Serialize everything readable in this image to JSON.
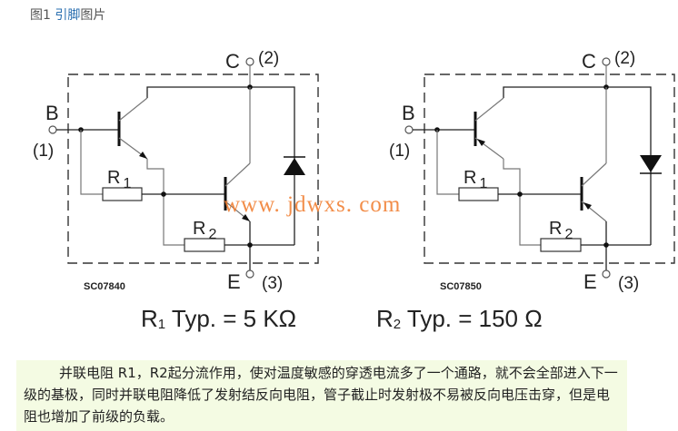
{
  "caption": {
    "prefix": "图1 ",
    "link": "引脚",
    "suffix": "图片"
  },
  "circuits": [
    {
      "code": "SC07840",
      "type": "NPN",
      "diode": "up"
    },
    {
      "code": "SC07850",
      "type": "PNP",
      "diode": "down"
    }
  ],
  "labels": {
    "c": "C",
    "c_pin": "(2)",
    "b": "B",
    "b_pin": "(1)",
    "e": "E",
    "e_pin": "(3)",
    "r": "R",
    "r1_sub": "1",
    "r2_sub": "2"
  },
  "watermark": "www. jdwxs. com",
  "formulas": {
    "r1": {
      "r": "R",
      "sub": "1",
      "rest": " Typ. = 5 KΩ"
    },
    "r2": {
      "r": "R",
      "sub": "2",
      "rest": " Typ. = 150 Ω"
    }
  },
  "paragraph": "并联电阻 R1，R2起分流作用，使对温度敏感的穿透电流多了一个通路，就不会全部进入下一级的基极，同时并联电阻降低了发射结反向电阻，管子截止时发射极不易被反向电压击穿，但是电阻也增加了前级的负载。",
  "colors": {
    "watermark": "#f07a2a",
    "paragraph_bg": "#f4fbe3",
    "link": "#2a6fb0"
  }
}
